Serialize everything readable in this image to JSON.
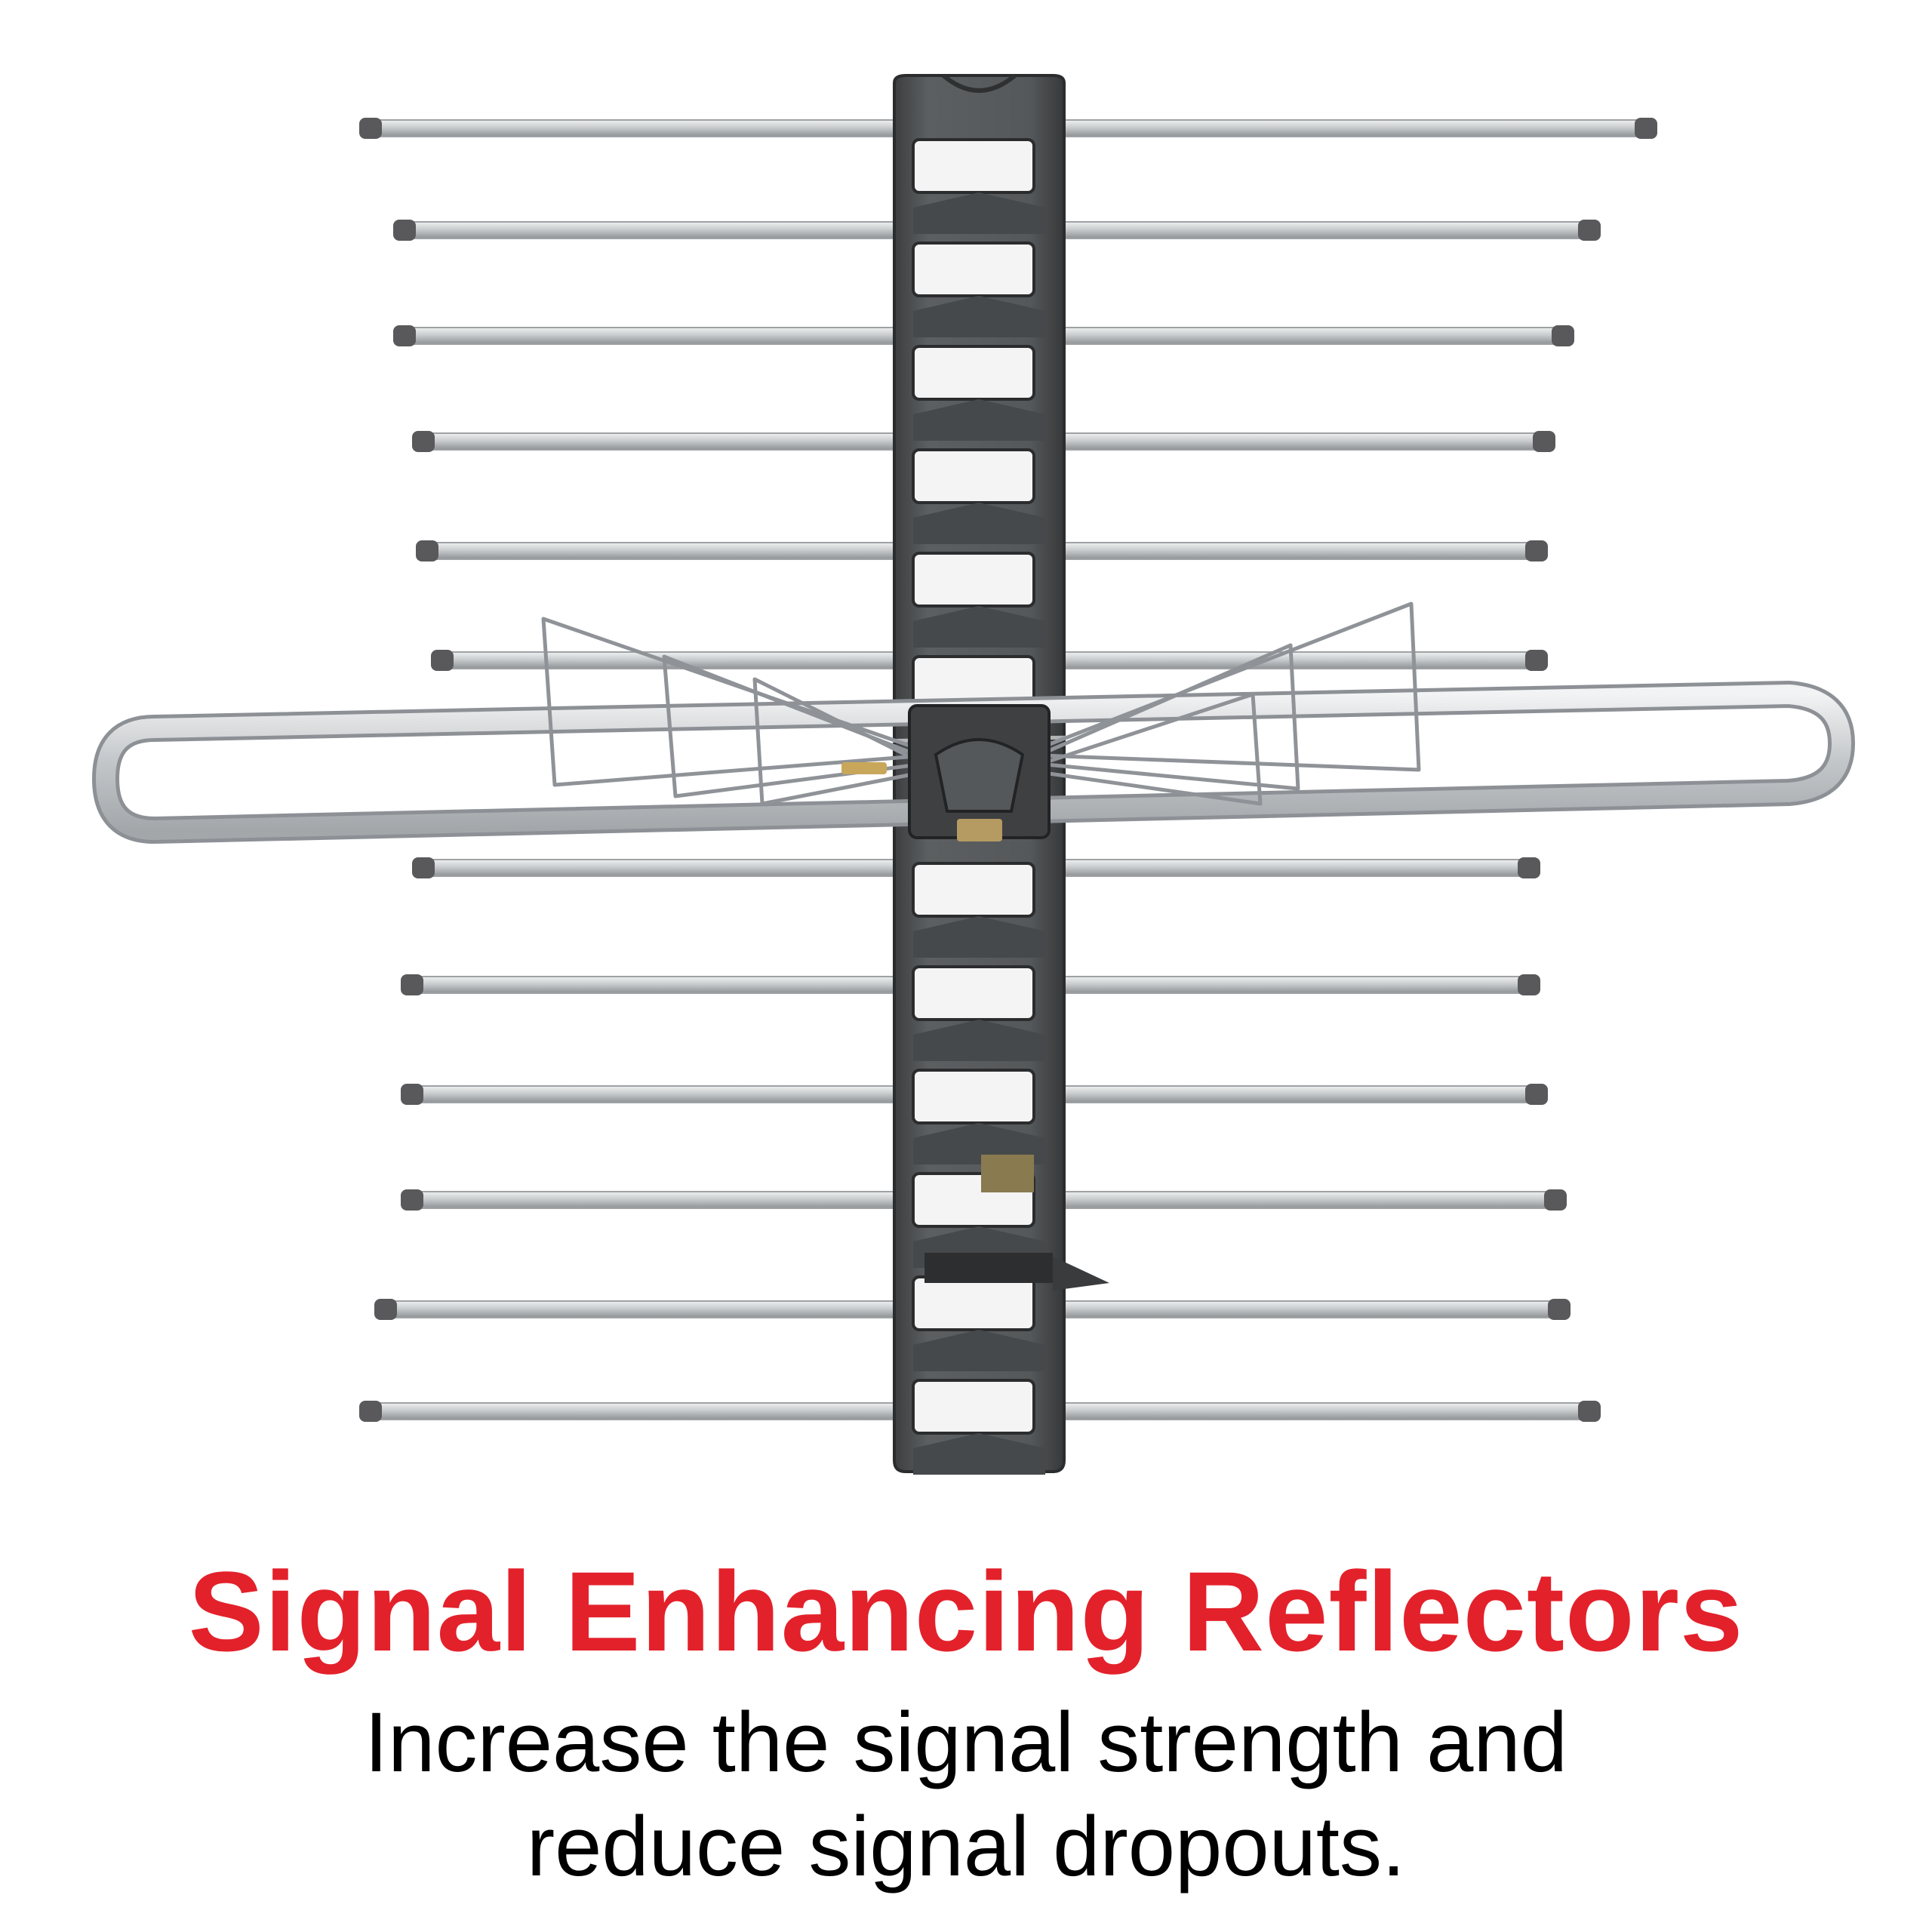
{
  "headline": {
    "text": "Signal Enhancing Reflectors",
    "color": "#e3212b"
  },
  "subtext": {
    "line1": "Increase the signal strength and",
    "line2": "reduce signal dropouts.",
    "color": "#000000"
  },
  "colors": {
    "background": "#ffffff",
    "boom": "#4f5152",
    "rod": "#c9ccce",
    "rod_cap": "#59595b",
    "wire": "#9a9ea3"
  }
}
